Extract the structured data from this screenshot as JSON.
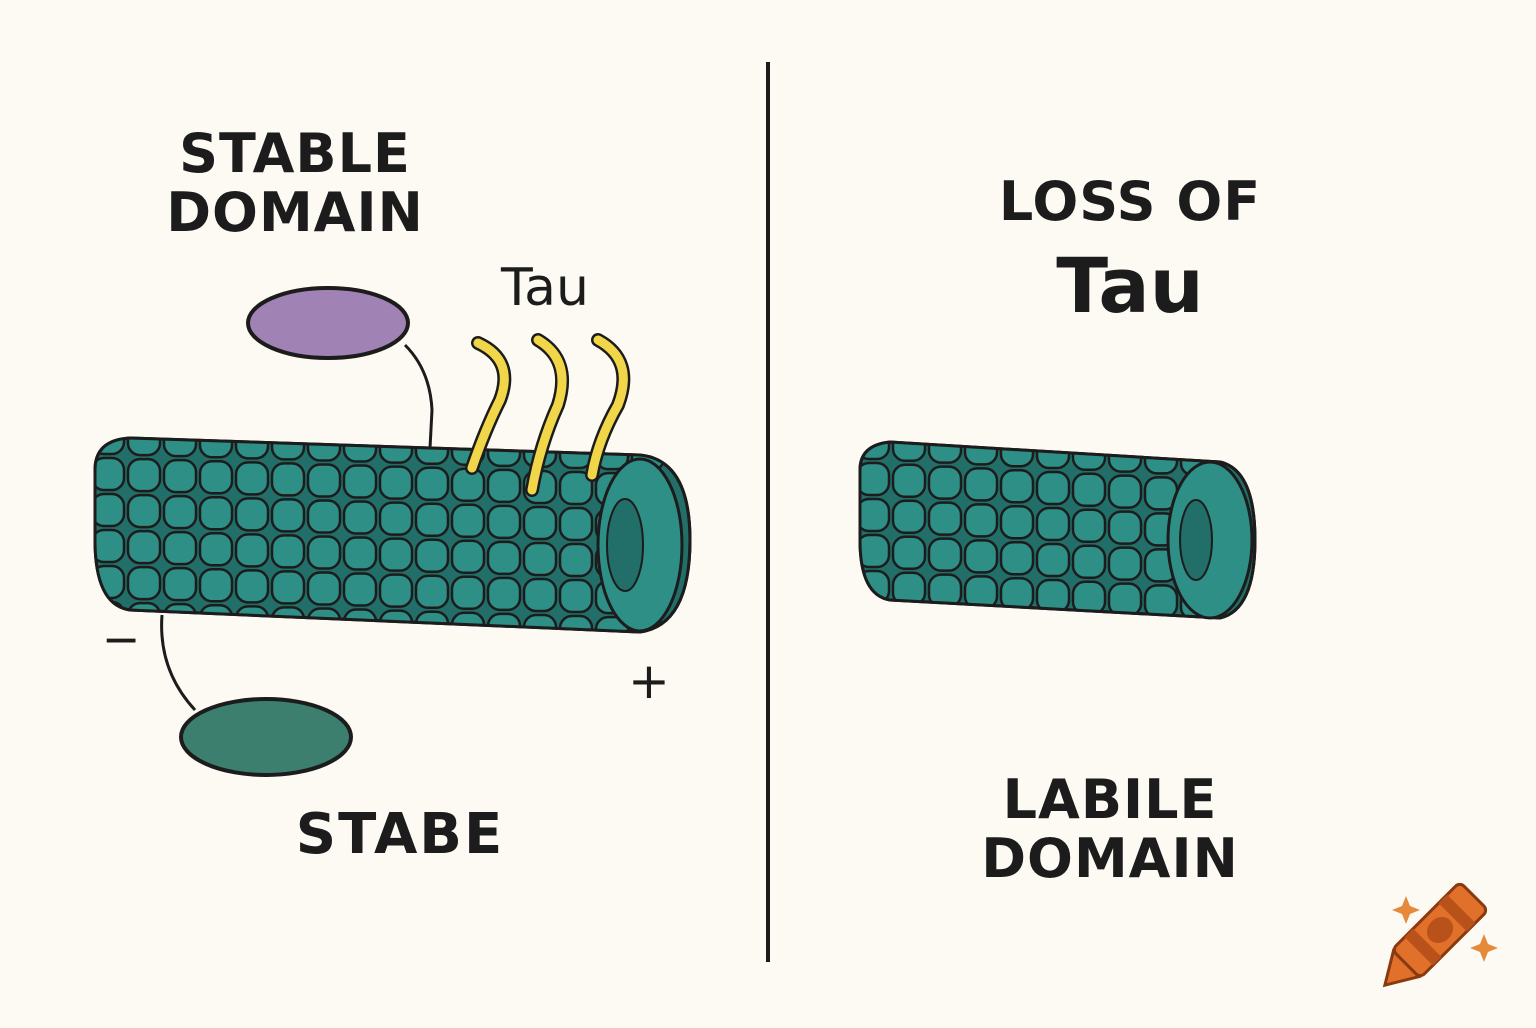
{
  "labels": {
    "stable_domain": "STABLE\nDOMAIN",
    "tau_left": "Tau",
    "stabe": "STABE",
    "minus_end": "−",
    "plus_end": "+",
    "loss_of": "LOSS OF",
    "tau_right": "Tau",
    "labile_domain": "LABILE\nDOMAIN"
  },
  "colors": {
    "background": "#fcfaf3",
    "tubulin": "#2e8f86",
    "tubulin_dark": "#226e69",
    "outline": "#1c1c1c",
    "protein_top": "#a083b4",
    "protein_bottom": "#3d7f6e",
    "tau_strand": "#f2d64a",
    "crayon": "#e0702a",
    "sparkle": "#e58a3a"
  },
  "icons": [
    "crayon-icon",
    "sparkle-icon"
  ]
}
